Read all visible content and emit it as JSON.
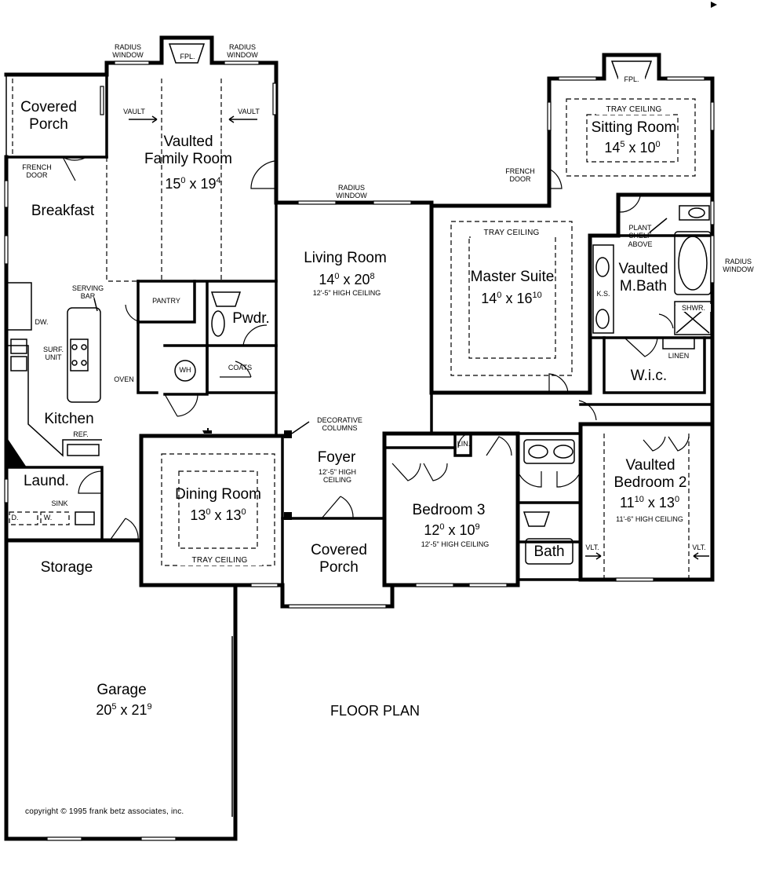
{
  "plan_title": "FLOOR PLAN",
  "copyright": "copyright © 1995 frank betz associates, inc.",
  "rooms": {
    "covered_porch_rear": {
      "name": "Covered\nPorch"
    },
    "family_room": {
      "name": "Vaulted\nFamily Room",
      "dim_w": "15",
      "dim_w_sup": "0",
      "dim_l": "19",
      "dim_l_sup": "4"
    },
    "breakfast": {
      "name": "Breakfast"
    },
    "kitchen": {
      "name": "Kitchen"
    },
    "laundry": {
      "name": "Laund."
    },
    "storage": {
      "name": "Storage"
    },
    "garage": {
      "name": "Garage",
      "dim_w": "20",
      "dim_w_sup": "5",
      "dim_l": "21",
      "dim_l_sup": "9"
    },
    "living_room": {
      "name": "Living Room",
      "dim_w": "14",
      "dim_w_sup": "0",
      "dim_l": "20",
      "dim_l_sup": "8",
      "note": "12'-5\" HIGH CEILING"
    },
    "powder": {
      "name": "Pwdr."
    },
    "dining_room": {
      "name": "Dining Room",
      "dim_w": "13",
      "dim_w_sup": "0",
      "dim_l": "13",
      "dim_l_sup": "0",
      "note": "TRAY CEILING"
    },
    "foyer": {
      "name": "Foyer",
      "note": "12'-5\" HIGH\nCEILING"
    },
    "covered_porch_front": {
      "name": "Covered\nPorch"
    },
    "master_suite": {
      "name": "Master Suite",
      "dim_w": "14",
      "dim_w_sup": "0",
      "dim_l": "16",
      "dim_l_sup": "10",
      "note": "TRAY CEILING"
    },
    "sitting_room": {
      "name": "Sitting Room",
      "dim_w": "14",
      "dim_w_sup": "5",
      "dim_l": "10",
      "dim_l_sup": "0",
      "note": "TRAY CEILING"
    },
    "master_bath": {
      "name": "Vaulted\nM.Bath"
    },
    "wic": {
      "name": "W.i.c."
    },
    "bedroom3": {
      "name": "Bedroom 3",
      "dim_w": "12",
      "dim_w_sup": "0",
      "dim_l": "10",
      "dim_l_sup": "9",
      "note": "12'-5\" HIGH CEILING"
    },
    "bedroom2": {
      "name": "Vaulted\nBedroom 2",
      "dim_w": "11",
      "dim_w_sup": "10",
      "dim_l": "13",
      "dim_l_sup": "0",
      "note": "11'-6\" HIGH CEILING"
    },
    "bath": {
      "name": "Bath"
    }
  },
  "notes": {
    "radius_window_left": "RADIUS\nWINDOW",
    "radius_window_right": "RADIUS\nWINDOW",
    "radius_window_living": "RADIUS\nWINDOW",
    "radius_window_mbath": "RADIUS\nWINDOW",
    "fpl_family": "FPL.",
    "fpl_sitting": "FPL.",
    "vault_left": "VAULT",
    "vault_right": "VAULT",
    "french_door_left": "FRENCH\nDOOR",
    "french_door_right": "FRENCH\nDOOR",
    "serving_bar": "SERVING\nBAR",
    "dw": "DW.",
    "surf_unit": "SURF.\nUNIT",
    "oven": "OVEN",
    "pantry": "PANTRY",
    "wh": "WH",
    "coats": "COATS",
    "ref": "REF.",
    "sink": "SINK",
    "d": "D.",
    "w": "W.",
    "decorative_columns": "DECORATIVE\nCOLUMNS",
    "plant_shelf": "PLANT\nSHELF\nABOVE",
    "ks": "K.S.",
    "shwr": "SHWR.",
    "linen": "LINEN",
    "lin": "LIN.",
    "vlt_left": "VLT.",
    "vlt_right": "VLT."
  },
  "x_sep": "x"
}
